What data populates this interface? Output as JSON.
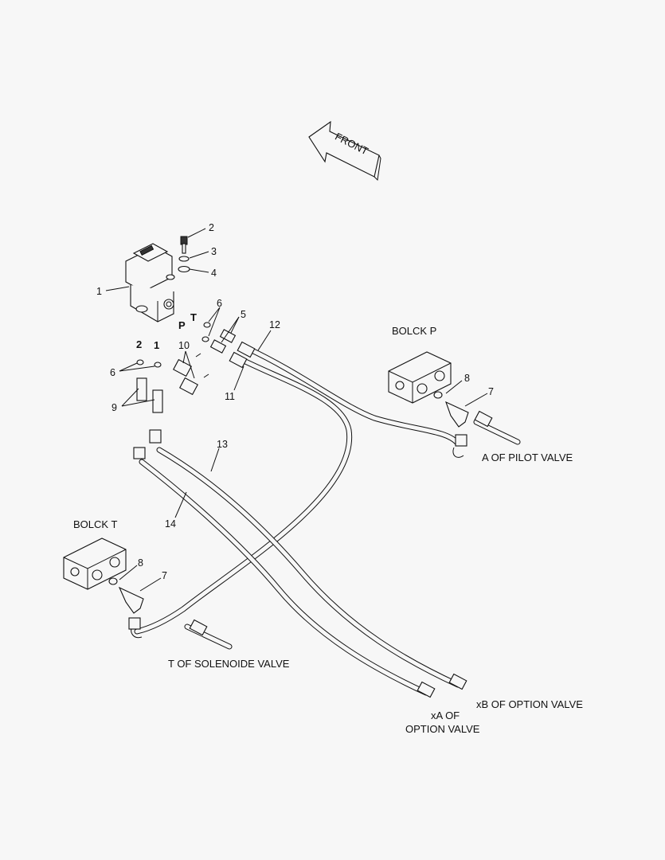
{
  "front_arrow": {
    "label": "FRONT"
  },
  "blocks": {
    "block_p": "BOLCK P",
    "block_t": "BOLCK T"
  },
  "destinations": {
    "pilot_valve": "A OF PILOT VALVE",
    "solenoide_valve": "T OF SOLENOIDE VALVE",
    "xa_line1": "xA OF",
    "xa_line2": "OPTION VALVE",
    "xb": "xB OF OPTION VALVE"
  },
  "port_labels": {
    "p": "P",
    "t": "T",
    "port2": "2",
    "port1": "1"
  },
  "callouts": {
    "c1": "1",
    "c2": "2",
    "c3": "3",
    "c4": "4",
    "c5": "5",
    "c6a": "6",
    "c6b": "6",
    "c7a": "7",
    "c7b": "7",
    "c8a": "8",
    "c8b": "8",
    "c9": "9",
    "c10": "10",
    "c11": "11",
    "c12": "12",
    "c13": "13",
    "c14": "14"
  }
}
